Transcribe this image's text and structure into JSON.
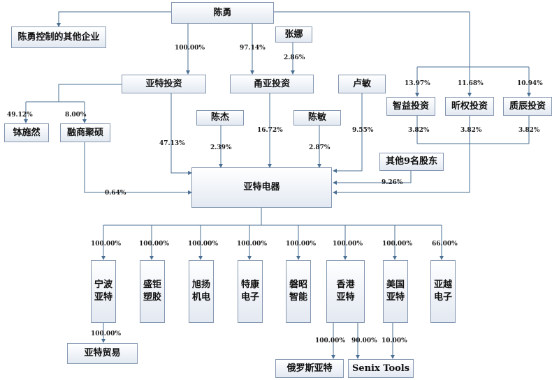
{
  "entities": {
    "chen_yong": "陈勇",
    "chen_yong_other": "陈勇控制的其他企业",
    "zhang_na": "张娜",
    "yate_touzi": "亚特投资",
    "yongya_touzi": "甬亚投资",
    "lu_min": "卢敏",
    "zhiyi_touzi": "智益投资",
    "xinquan_touzi": "昕权投资",
    "zhichen_touzi": "质辰投资",
    "zhu_shiran": "钵施然",
    "rongshang_juqi": "融商聚硕",
    "chen_jie": "陈杰",
    "chen_min": "陈敏",
    "other_9": "其他9名股东",
    "yate_dianqi": "亚特电器",
    "ningbo_yate": "宁波\n亚特",
    "shengju_sujiao": "盛钜\n塑胶",
    "xuyang_jidian": "旭扬\n机电",
    "tekang_dianzi": "特康\n电子",
    "panzhao_zhineng": "磐昭\n智能",
    "xianggang_yate": "香港\n亚特",
    "meiguo_yate": "美国\n亚特",
    "yayue_dianzi": "亚越\n电子",
    "yate_maoyi": "亚特贸易",
    "eluosi_yate": "俄罗斯亚特",
    "senix": "Senix Tools"
  },
  "percentages": {
    "p1": "100.00%",
    "p2": "97.14%",
    "p3": "2.86%",
    "p4": "13.97%",
    "p5": "11.68%",
    "p6": "10.94%",
    "p7": "49.12%",
    "p8": "8.00%",
    "p9": "47.13%",
    "p10": "2.39%",
    "p11": "16.72%",
    "p12": "2.87%",
    "p13": "9.55%",
    "p14": "3.82%",
    "p15": "3.82%",
    "p16": "3.82%",
    "p17": "9.26%",
    "p18": "0.64%",
    "s1": "100.00%",
    "s2": "100.00%",
    "s3": "100.00%",
    "s4": "100.00%",
    "s5": "100.00%",
    "s6": "100.00%",
    "s7": "100.00%",
    "s8": "66.00%",
    "t1": "100.00%",
    "t2": "100.00%",
    "t3": "90.00%",
    "t4": "10.00%"
  },
  "colors": {
    "line": "#4a6f93",
    "box_border": "#8496b0"
  }
}
